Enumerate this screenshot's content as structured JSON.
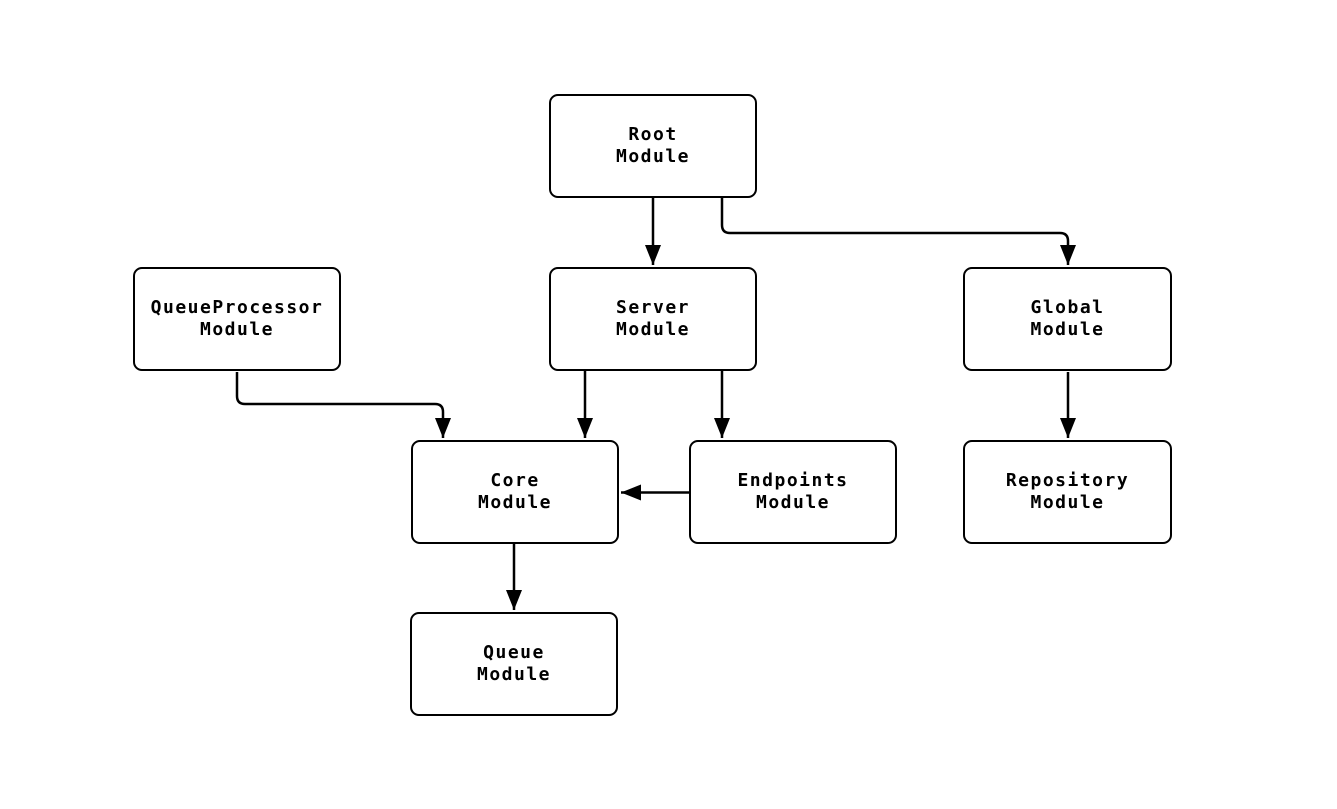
{
  "diagram": {
    "type": "module-dependency-flowchart",
    "colors": {
      "background": "#ffffff",
      "node_fill": "#ffffff",
      "node_border": "#000000",
      "edge": "#000000",
      "text": "#000000"
    },
    "nodes": [
      {
        "id": "root",
        "line1": "Root",
        "line2": "Module"
      },
      {
        "id": "queue-processor",
        "line1": "QueueProcessor",
        "line2": "Module"
      },
      {
        "id": "server",
        "line1": "Server",
        "line2": "Module"
      },
      {
        "id": "global",
        "line1": "Global",
        "line2": "Module"
      },
      {
        "id": "core",
        "line1": "Core",
        "line2": "Module"
      },
      {
        "id": "endpoints",
        "line1": "Endpoints",
        "line2": "Module"
      },
      {
        "id": "repository",
        "line1": "Repository",
        "line2": "Module"
      },
      {
        "id": "queue",
        "line1": "Queue",
        "line2": "Module"
      }
    ],
    "edges": [
      {
        "from": "root",
        "to": "server"
      },
      {
        "from": "root",
        "to": "global"
      },
      {
        "from": "server",
        "to": "core"
      },
      {
        "from": "server",
        "to": "endpoints"
      },
      {
        "from": "queue-processor",
        "to": "core"
      },
      {
        "from": "endpoints",
        "to": "core"
      },
      {
        "from": "global",
        "to": "repository"
      },
      {
        "from": "core",
        "to": "queue"
      }
    ]
  }
}
